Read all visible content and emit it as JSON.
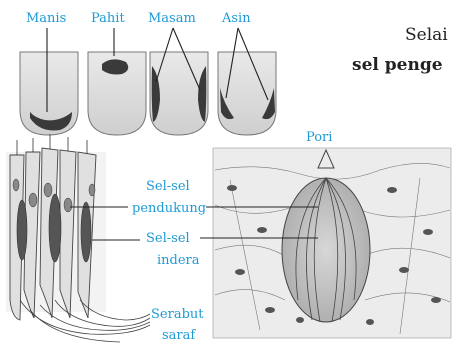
{
  "tongue_labels": {
    "manis": "Manis",
    "pahit": "Pahit",
    "masam": "Masam",
    "asin": "Asin"
  },
  "taste_bud_labels": {
    "pori": "Pori",
    "sel_pendukung_line1": "Sel-sel",
    "sel_pendukung_line2": "pendukung",
    "sel_indera_line1": "Sel-sel",
    "sel_indera_line2": "indera",
    "serabut_line1": "Serabut",
    "serabut_line2": "saraf"
  },
  "body_text": {
    "line1": "Selai",
    "line2": "sel penge"
  },
  "colors": {
    "label": "#1d9ad6",
    "region": "#3a3a3a",
    "outline": "#555555"
  }
}
